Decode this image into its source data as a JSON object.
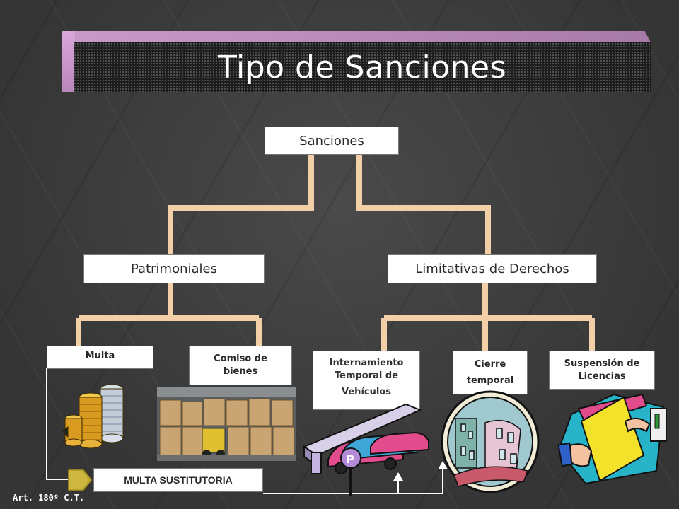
{
  "title": "Tipo de Sanciones",
  "tree": {
    "root": "Sanciones",
    "level1": {
      "left": "Patrimoniales",
      "right": "Limitativas de Derechos"
    },
    "patrimoniales": {
      "multa": "Multa",
      "comiso_line1": "Comiso de",
      "comiso_line2": "bienes"
    },
    "limitativas": {
      "internamiento_line1": "Internamiento",
      "internamiento_line2": "Temporal de",
      "internamiento_line3": "Vehículos",
      "cierre_line1": "Cierre",
      "cierre_line2": "temporal",
      "suspension_line1": "Suspensión de",
      "suspension_line2": "Licencias"
    }
  },
  "multa_sustitutoria": "MULTA SUSTITUTORIA",
  "article_ref": "Art. 180º C.T.",
  "icons": [
    "coins-icon",
    "warehouse-photo",
    "parked-vehicles-icon",
    "closed-shop-icon",
    "license-suspension-icon",
    "arrow-right-icon"
  ],
  "colors": {
    "connector": "#f3cfa7",
    "title_accent": "#c99bc9",
    "background": "#3d3d3d"
  }
}
